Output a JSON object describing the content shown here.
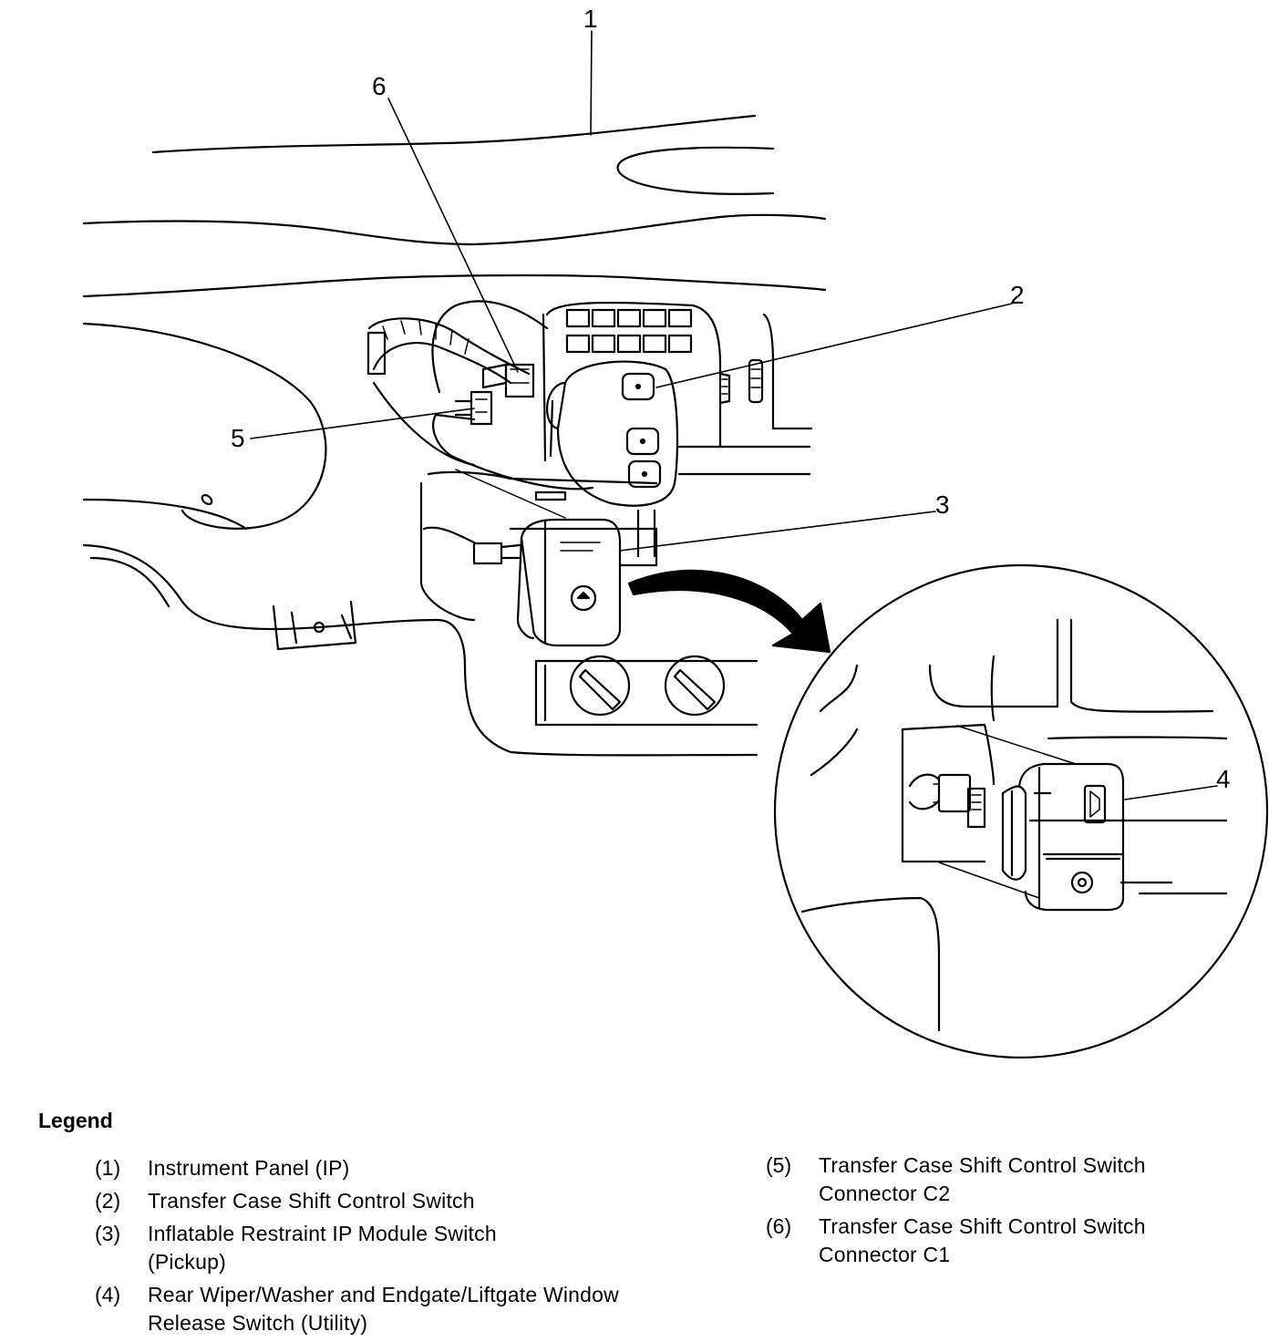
{
  "callouts": [
    "1",
    "2",
    "3",
    "4",
    "5",
    "6"
  ],
  "legend": {
    "title": "Legend",
    "items_left": [
      {
        "num": "(1)",
        "text": "Instrument Panel (IP)"
      },
      {
        "num": "(2)",
        "text": "Transfer Case Shift Control Switch"
      },
      {
        "num": "(3)",
        "text": "Inflatable Restraint IP Module Switch (Pickup)"
      },
      {
        "num": "(4)",
        "text": "Rear Wiper/Washer and Endgate/Liftgate Window Release Switch (Utility)"
      }
    ],
    "items_right": [
      {
        "num": "(5)",
        "text": "Transfer Case Shift Control Switch Connector C2"
      },
      {
        "num": "(6)",
        "text": "Transfer Case Shift Control Switch Connector C1"
      }
    ]
  }
}
